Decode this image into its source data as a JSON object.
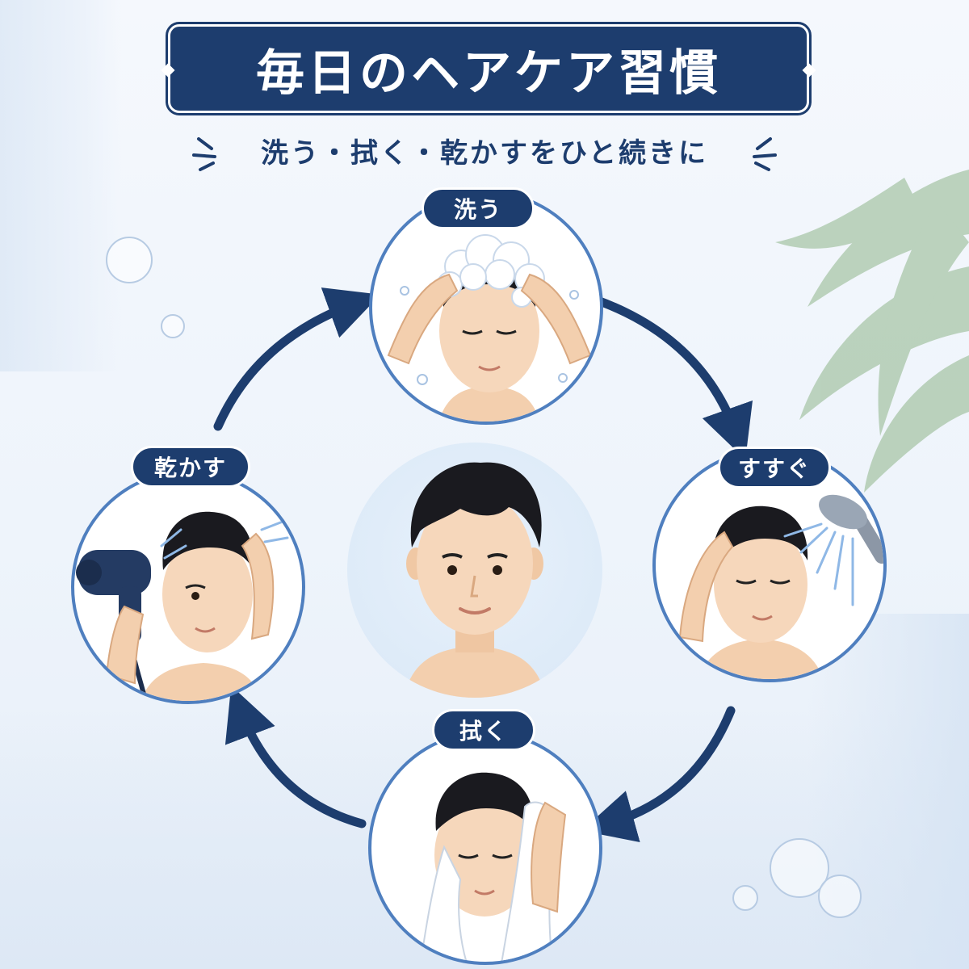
{
  "title": "毎日のヘアケア習慣",
  "subtitle": "洗う・拭く・乾かすをひと続きに",
  "steps": {
    "wash": "洗う",
    "rinse": "すすぐ",
    "wipe": "拭く",
    "dry": "乾かす"
  },
  "icons": {
    "cycle_arrows": "clockwise-cycle-arrow-icon",
    "accent_lines": "sparkle-lines-icon",
    "bubbles": "bubble-icon",
    "shower": "shower-head-icon",
    "dryer": "hair-dryer-icon",
    "towel": "towel-icon"
  },
  "colors": {
    "navy": "#1d3d6e",
    "circle_border": "#4f7fbf",
    "background": "#eef4fb",
    "skin": "#f6d7bb",
    "hair": "#1a1a1f"
  }
}
